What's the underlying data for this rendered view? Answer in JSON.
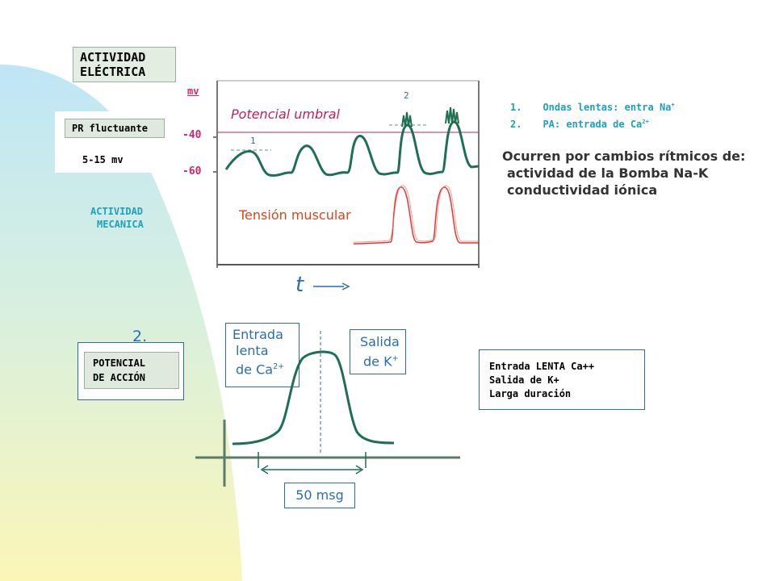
{
  "top_left": {
    "electrical_title_line1": "ACTIVIDAD",
    "electrical_title_line2": "ELÉCTRICA",
    "pr_label": "PR fluctuante",
    "range_label": "5-15 mv",
    "mechanical_line1": "ACTIVIDAD",
    "mechanical_line2": "MECANICA"
  },
  "graph": {
    "unit": "mv",
    "tick_minus40": "-40",
    "tick_minus60": "-60",
    "threshold_label": "Potencial umbral",
    "tension_label": "Tensión muscular",
    "marker1": "1",
    "marker2": "2",
    "time_label": "t"
  },
  "notes_top": {
    "item1_num": "1.",
    "item1_text": "Ondas lentas: entra Na",
    "item1_sup": "+",
    "item2_num": "2.",
    "item2_text": "PA: entrada de Ca",
    "item2_sup": "2+",
    "cause_line1": "Ocurren por cambios rítmicos de:",
    "cause_line2": "actividad de la Bomba Na-K",
    "cause_line3": "conductividad iónica"
  },
  "action_potential": {
    "section_number": "2.",
    "label_line1": "POTENCIAL",
    "label_line2": "DE ACCIÓN",
    "entry_line1": "Entrada",
    "entry_line2": "lenta",
    "entry_line3": "de Ca",
    "entry_sup": "2+",
    "exit_line1": "Salida",
    "exit_line2": "de K",
    "exit_sup": "+",
    "duration": "50 msg",
    "summary1": "Entrada LENTA Ca++",
    "summary2": "Salida de K+",
    "summary3": "Larga duración"
  },
  "colors": {
    "potential_trace": "#1f6f52",
    "tension_trace": "#e02020",
    "threshold_line": "#c02060",
    "blue_border": "#2a6db5",
    "accent_cyan": "#1fa0c0"
  }
}
